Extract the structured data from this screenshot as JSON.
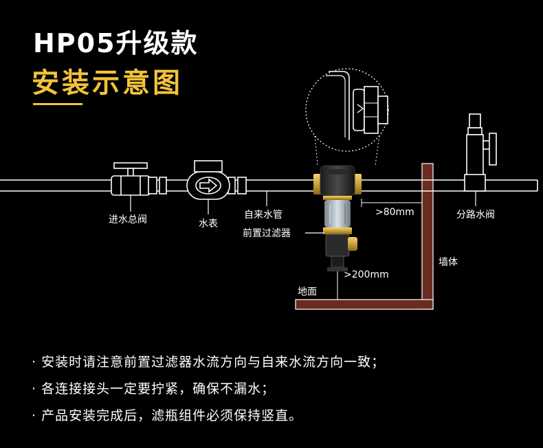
{
  "header": {
    "title": "HP05升级款",
    "subtitle": "安装示意图"
  },
  "diagram": {
    "labels": {
      "main_valve": "进水总阀",
      "water_meter": "水表",
      "tap_pipe": "自来水管",
      "prefilter": "前置过滤器",
      "wall_clearance": ">80mm",
      "floor_clearance": ">200mm",
      "branch_valve": "分路水阀",
      "wall": "墙体",
      "floor": "地面"
    }
  },
  "notes": [
    "· 安装时请注意前置过滤器水流方向与自来水流方向一致；",
    "· 各连接接头一定要拧紧，确保不漏水；",
    "· 产品安装完成后，滤瓶组件必须保持竖直。"
  ],
  "colors": {
    "accent": "#f2c33a",
    "accent_dark": "#b8891a",
    "wall": "#6b2b20",
    "brass": "#c9a23a",
    "background": "#000000"
  }
}
